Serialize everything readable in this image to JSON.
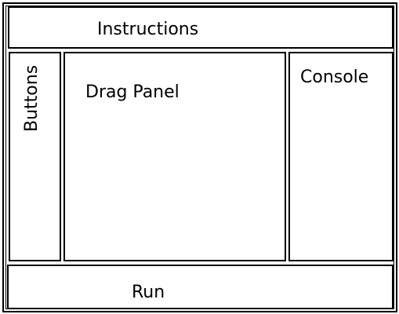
{
  "diagram": {
    "instructions_label": "Instructions",
    "buttons_label": "Buttons",
    "drag_panel_label": "Drag Panel",
    "console_label": "Console",
    "run_label": "Run"
  }
}
